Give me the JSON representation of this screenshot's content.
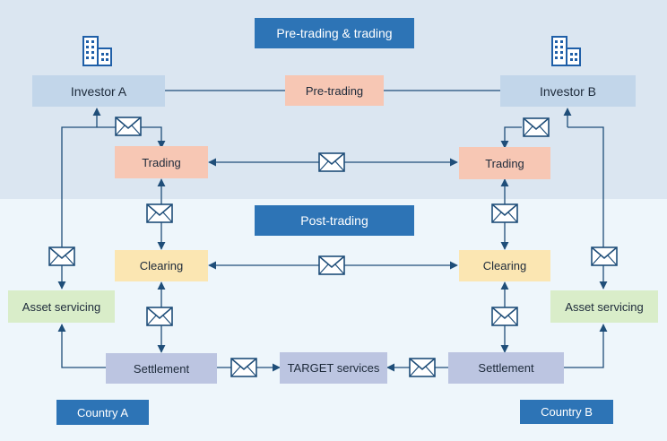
{
  "sections": {
    "pre_trading_trading": "Pre-trading & trading",
    "post_trading": "Post-trading"
  },
  "nodes": {
    "investor_a": "Investor A",
    "investor_b": "Investor B",
    "pre_trading": "Pre-trading",
    "trading_a": "Trading",
    "trading_b": "Trading",
    "clearing_a": "Clearing",
    "clearing_b": "Clearing",
    "asset_servicing_a": "Asset servicing",
    "asset_servicing_b": "Asset servicing",
    "settlement_a": "Settlement",
    "settlement_b": "Settlement",
    "target_services": "TARGET services",
    "country_a": "Country A",
    "country_b": "Country B"
  },
  "icons": {
    "building": "building-icon",
    "message": "envelope-icon"
  },
  "colors": {
    "header": "#2d74b6",
    "investor": "#c2d6ea",
    "trading": "#f7c7b4",
    "clearing": "#fbe6b2",
    "asset_servicing": "#d9edc9",
    "settlement": "#bcc5e1",
    "connector": "#1f4e79"
  }
}
